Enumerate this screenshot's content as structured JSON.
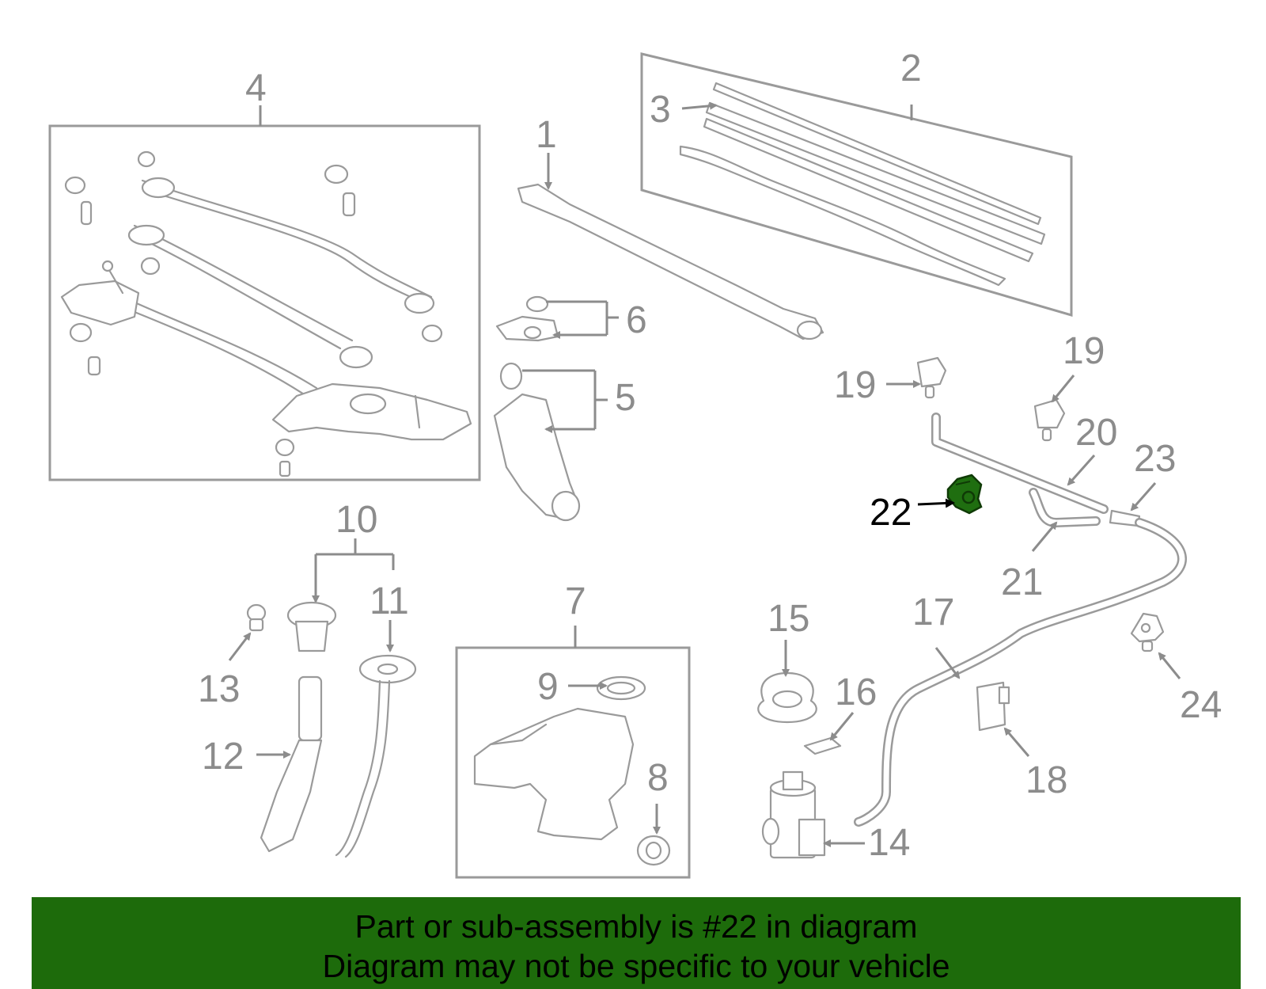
{
  "diagram": {
    "callouts": {
      "c1": "1",
      "c2": "2",
      "c3": "3",
      "c4": "4",
      "c5": "5",
      "c6": "6",
      "c7": "7",
      "c8": "8",
      "c9": "9",
      "c10": "10",
      "c11": "11",
      "c12": "12",
      "c13": "13",
      "c14": "14",
      "c15": "15",
      "c16": "16",
      "c17": "17",
      "c18": "18",
      "c19a": "19",
      "c19b": "19",
      "c20": "20",
      "c21": "21",
      "c22": "22",
      "c23": "23",
      "c24": "24"
    },
    "highlight_part": "22",
    "highlight_color": "#1f6e10",
    "line_color": "#9a9a9a"
  },
  "footer": {
    "line1": "Part or sub-assembly is #22 in diagram",
    "line2": "Diagram may not be specific to your vehicle",
    "background": "#1d6b0b"
  }
}
